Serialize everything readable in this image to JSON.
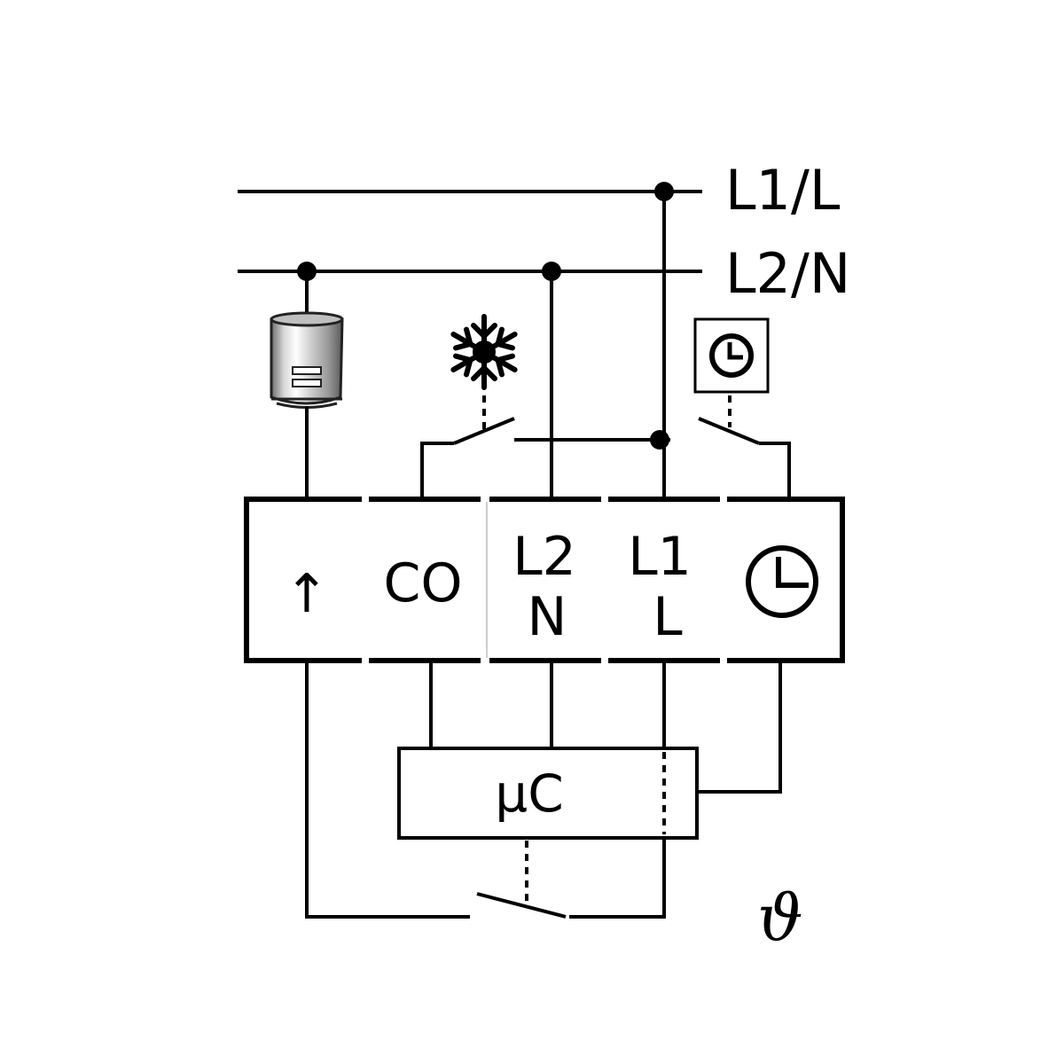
{
  "rails": {
    "l1": "L1/L",
    "l2": "L2/N"
  },
  "terminals": {
    "t1": {
      "label": "↑",
      "icon": "arrow-up-icon"
    },
    "t2": {
      "label": "CO"
    },
    "t3": {
      "line1": "L2",
      "line2": "N"
    },
    "t4": {
      "line1": "L1",
      "line2": "L"
    },
    "t5": {
      "icon": "clock-icon"
    }
  },
  "controller": {
    "label": "μC"
  },
  "sensor": {
    "label": "ϑ"
  },
  "icons": {
    "actuator": "valve-actuator-icon",
    "cooling": "snowflake-icon",
    "timer": "timer-clock-icon"
  }
}
